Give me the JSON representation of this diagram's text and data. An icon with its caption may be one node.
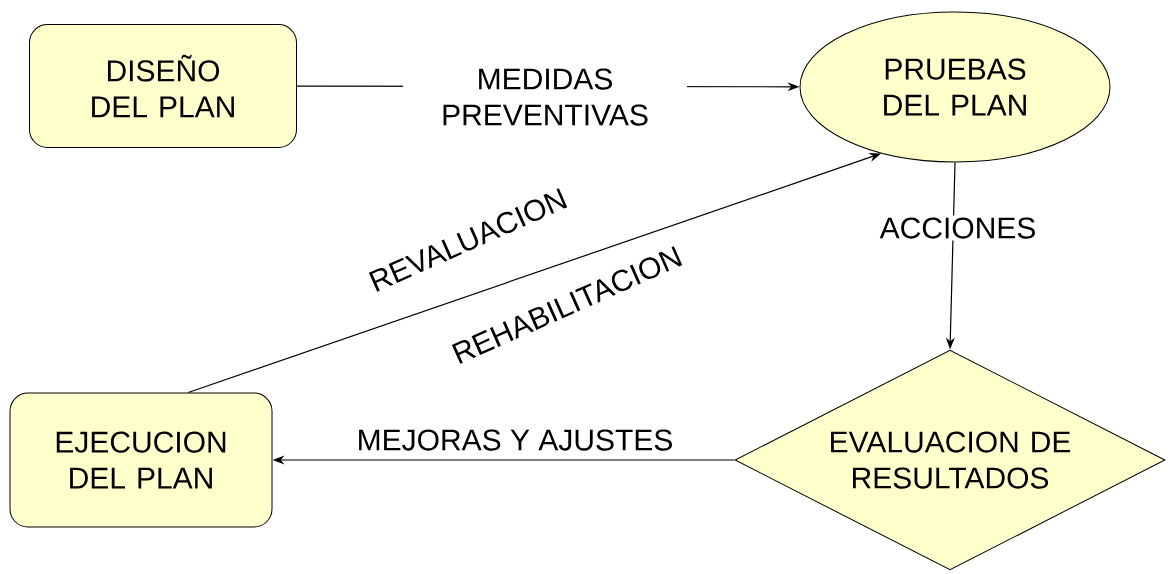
{
  "diagram": {
    "nodes": [
      {
        "text": [
          "DISEÑO DEL PLAN"
        ]
      },
      {
        "text": [
          "PRUEBAS DEL PLAN"
        ]
      },
      {
        "text": [
          "EVALUACION DE RESULTADOS"
        ]
      },
      {
        "text": [
          "EJECUCION DEL PLAN"
        ]
      }
    ],
    "edges": [
      {
        "from": 0,
        "to": 1,
        "arrow": "to",
        "label": "MEDIDAS PREVENTIVAS"
      },
      {
        "from": 1,
        "to": 2,
        "arrow": "to",
        "label": "ACCIONES"
      },
      {
        "from": 2,
        "to": 3,
        "arrow": "to",
        "label": "MEJORAS Y AJUSTES"
      },
      {
        "from": 3,
        "to": 1,
        "arrow": "to",
        "label": "REVALUACION"
      }
    ],
    "labels": [
      "REHABILITACION"
    ]
  }
}
